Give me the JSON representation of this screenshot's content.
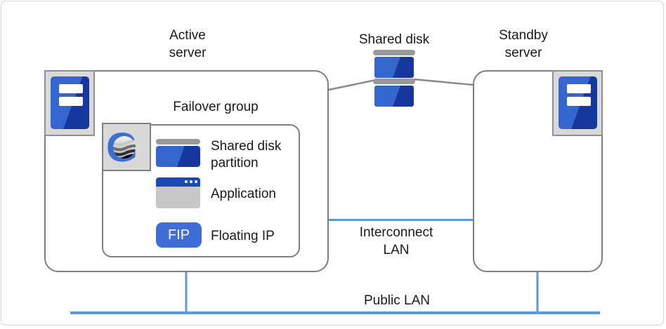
{
  "diagram": {
    "title": "Cluster failover configuration diagram",
    "labels": {
      "active_server": "Active\nserver",
      "standby_server": "Standby\nserver",
      "shared_disk": "Shared disk",
      "failover_group": "Failover group",
      "shared_disk_partition": "Shared disk\npartition",
      "application": "Application",
      "fip_badge": "FIP",
      "floating_ip": "Floating IP",
      "interconnect_lan": "Interconnect\nLAN",
      "public_lan": "Public LAN"
    },
    "icons": {
      "active_server_icon": "server-tower-icon",
      "standby_server_icon": "server-tower-icon",
      "shared_disk_icon": "disk-stack-icon",
      "partition_icon": "disk-partition-icon",
      "application_icon": "app-window-icon",
      "fip_icon": "fip-badge",
      "cluster_logo": "cluster-g-logo-icon"
    },
    "colors": {
      "box_border_gray": "#7f7f7f",
      "icon_background_gray": "#d9d9d9",
      "icon_blue_light": "#3566cf",
      "icon_blue_dark": "#16389e",
      "fip_blue": "#3e6ed6",
      "app_titlebar_navy": "#1a49b8",
      "lan_line_blue": "#5b9bd5",
      "connector_gray": "#8a8a8a",
      "text_color": "#1a1a1a"
    }
  }
}
